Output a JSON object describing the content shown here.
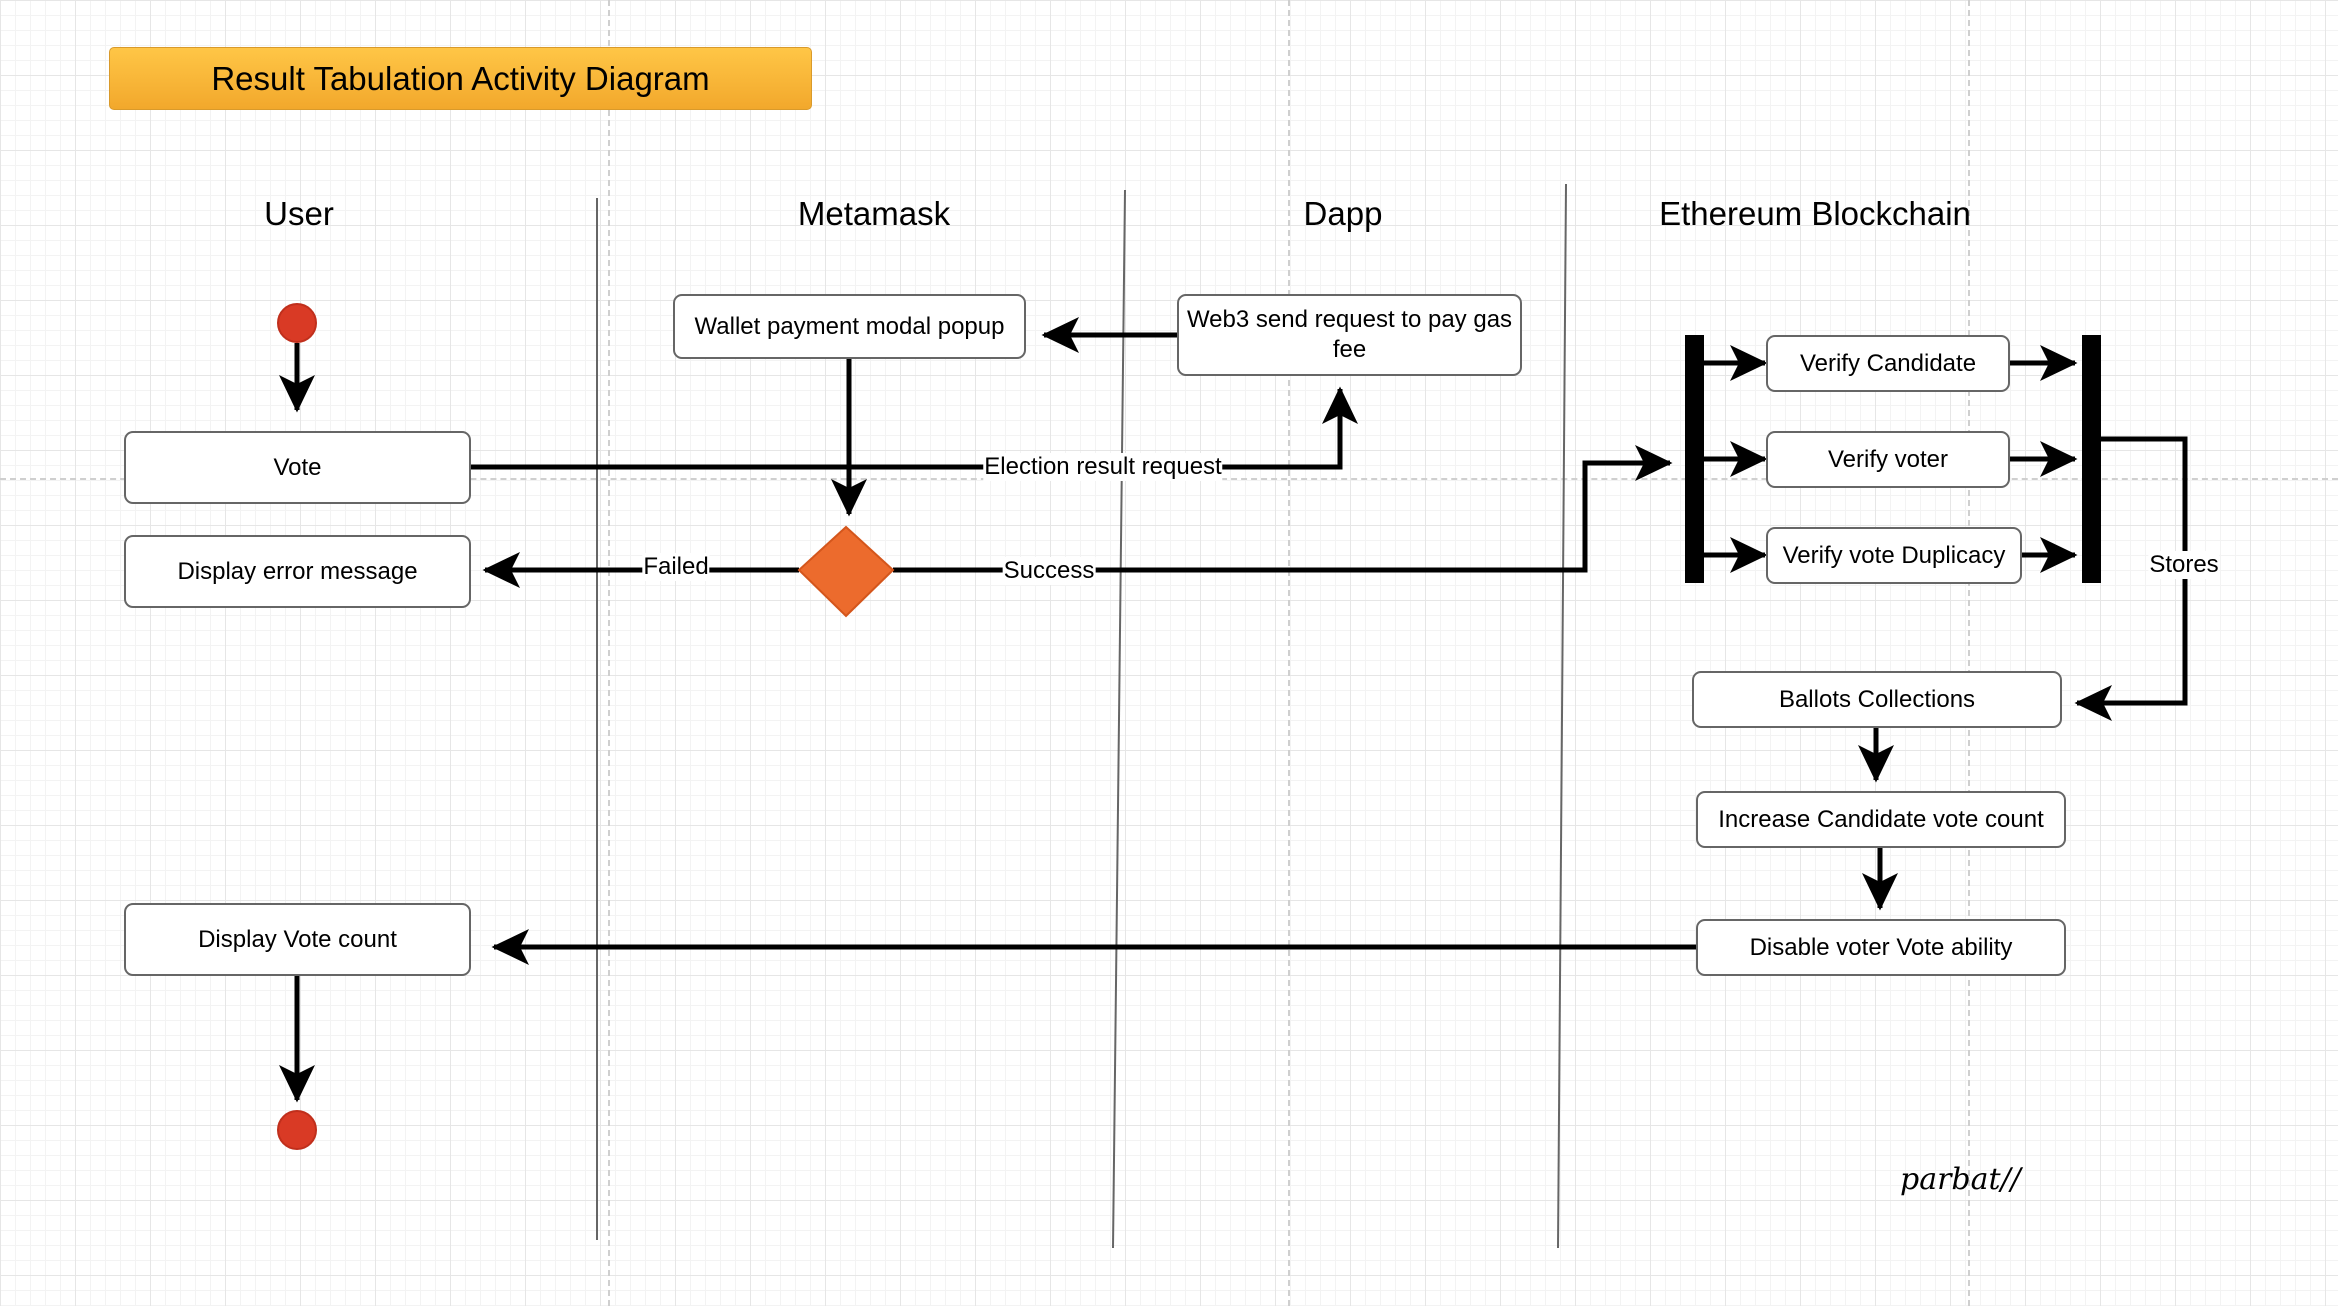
{
  "diagram": {
    "title": "Result Tabulation Activity Diagram",
    "lanes": [
      "User",
      "Metamask",
      "Dapp",
      "Ethereum Blockchain"
    ],
    "nodes": {
      "vote": "Vote",
      "display_error": "Display error message",
      "display_vote_count": "Display Vote count",
      "wallet_popup": "Wallet payment modal popup",
      "web3_request": "Web3 send request to pay gas fee",
      "verify_candidate": "Verify Candidate",
      "verify_voter": "Verify voter",
      "verify_duplicacy": "Verify vote Duplicacy",
      "ballots_collections": "Ballots Collections",
      "increase_count": "Increase Candidate vote count",
      "disable_voter": "Disable voter Vote ability"
    },
    "edge_labels": {
      "election_request": "Election result request",
      "failed": "Failed",
      "success": "Success",
      "stores": "Stores"
    },
    "signature": "parbat//",
    "colors": {
      "title_fill": "#f9b53a",
      "start_end": "#d93a25",
      "decision": "#ec6b2d"
    }
  }
}
